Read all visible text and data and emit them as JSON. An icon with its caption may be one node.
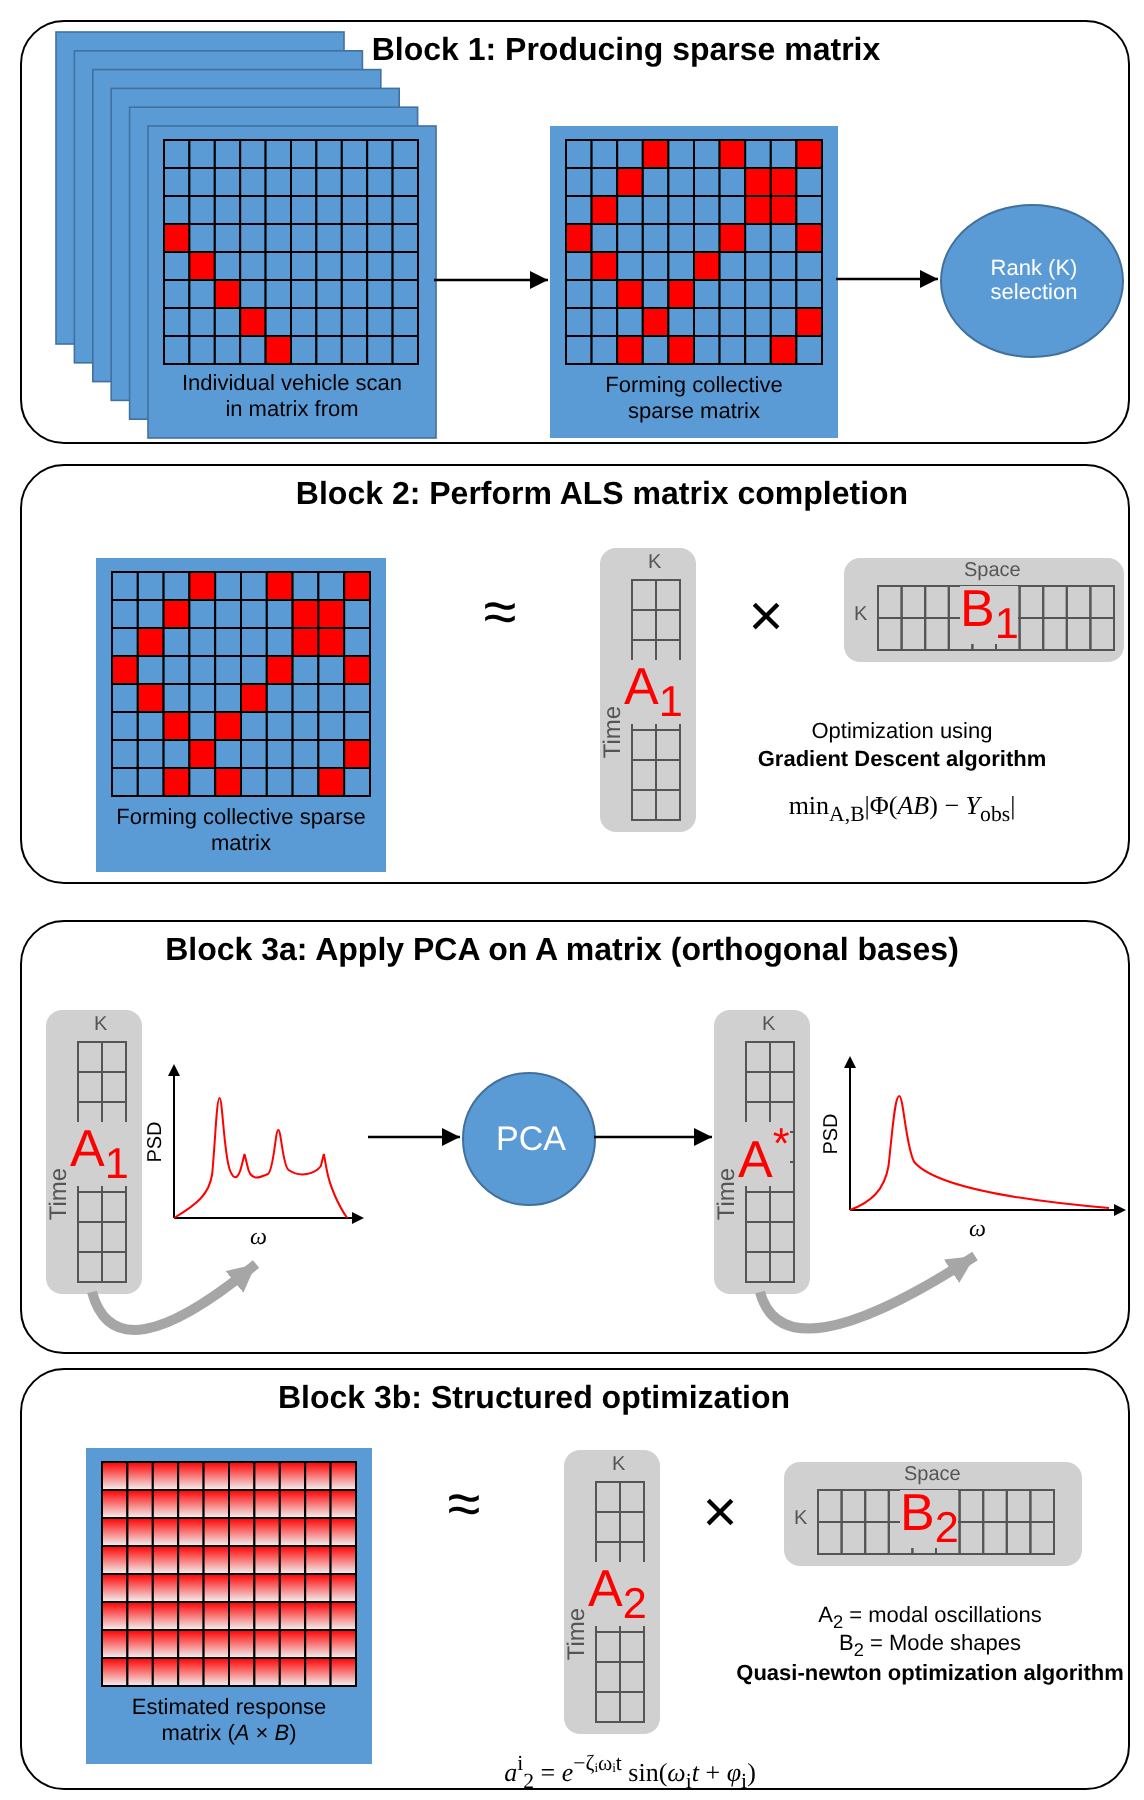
{
  "diagram": {
    "nodes": [
      {
        "text": [
          "Block 1: Producing sparse matrix"
        ]
      },
      {
        "text": [
          "Individual vehicle scan in matrix from"
        ],
        "in": 0
      },
      {
        "text": [
          "Forming collective sparse matrix"
        ],
        "in": 0
      },
      {
        "text": [
          "Rank (K) selection"
        ],
        "in": 0
      },
      {
        "text": [
          "Block 2: Perform ALS matrix completion"
        ]
      },
      {
        "text": [
          "Forming collective sparse matrix"
        ],
        "in": 4
      },
      {
        "text": [
          "K",
          "Time",
          "A$_{1}$"
        ],
        "in": 4
      },
      {
        "text": [
          "Space",
          "K",
          "B$_{1}$"
        ],
        "in": 4
      },
      {
        "text": [
          "Block 3a: Apply PCA on A matrix (orthogonal bases)"
        ]
      },
      {
        "text": [
          "K",
          "Time",
          "A$_{1}$"
        ],
        "in": 8
      },
      {
        "text": [
          "PSD",
          "ω"
        ],
        "in": 8
      },
      {
        "text": [
          "PCA"
        ],
        "in": 8
      },
      {
        "text": [
          "K",
          "Time",
          "A$^{*}$"
        ],
        "in": 8
      },
      {
        "text": [
          "PSD",
          "ω"
        ],
        "in": 8
      },
      {
        "text": [
          "Block 3b: Structured optimization"
        ]
      },
      {
        "text": [
          "Estimated response matrix (*A* × *B*)"
        ],
        "in": 14
      },
      {
        "text": [
          "K",
          "Time",
          "A$_{2}$"
        ],
        "in": 14
      },
      {
        "text": [
          "Space",
          "K",
          "B$_{2}$"
        ],
        "in": 14
      }
    ],
    "edges": [
      {
        "from": 1,
        "to": 2,
        "arrow": "to"
      },
      {
        "from": 2,
        "to": 3,
        "arrow": "to"
      },
      {
        "from": 9,
        "to": 10,
        "arrow": "to",
        "style": "thick",
        "color": "#a6a6a6"
      },
      {
        "from": 10,
        "to": 11,
        "arrow": "to"
      },
      {
        "from": 11,
        "to": 12,
        "arrow": "to"
      },
      {
        "from": 12,
        "to": 13,
        "arrow": "to",
        "style": "thick",
        "color": "#a6a6a6"
      }
    ],
    "labels": [
      "≈",
      "×",
      "Optimization using",
      "Gradient Descent algorithm",
      "min$_{A,B}$|Φ(*AB*) − *Y*$_{obs}$|",
      "≈",
      "×",
      "A$_{2}$ = modal oscillations",
      "B$_{2}$ = Mode shapes",
      "Quasi-newton optimization algorithm",
      "*a*$^{i}$$_{2}$ = *e*$^{−ζᵢωᵢt}$ sin(*ω*$_{i}$*t* + *φ*$_{i}$)"
    ]
  }
}
